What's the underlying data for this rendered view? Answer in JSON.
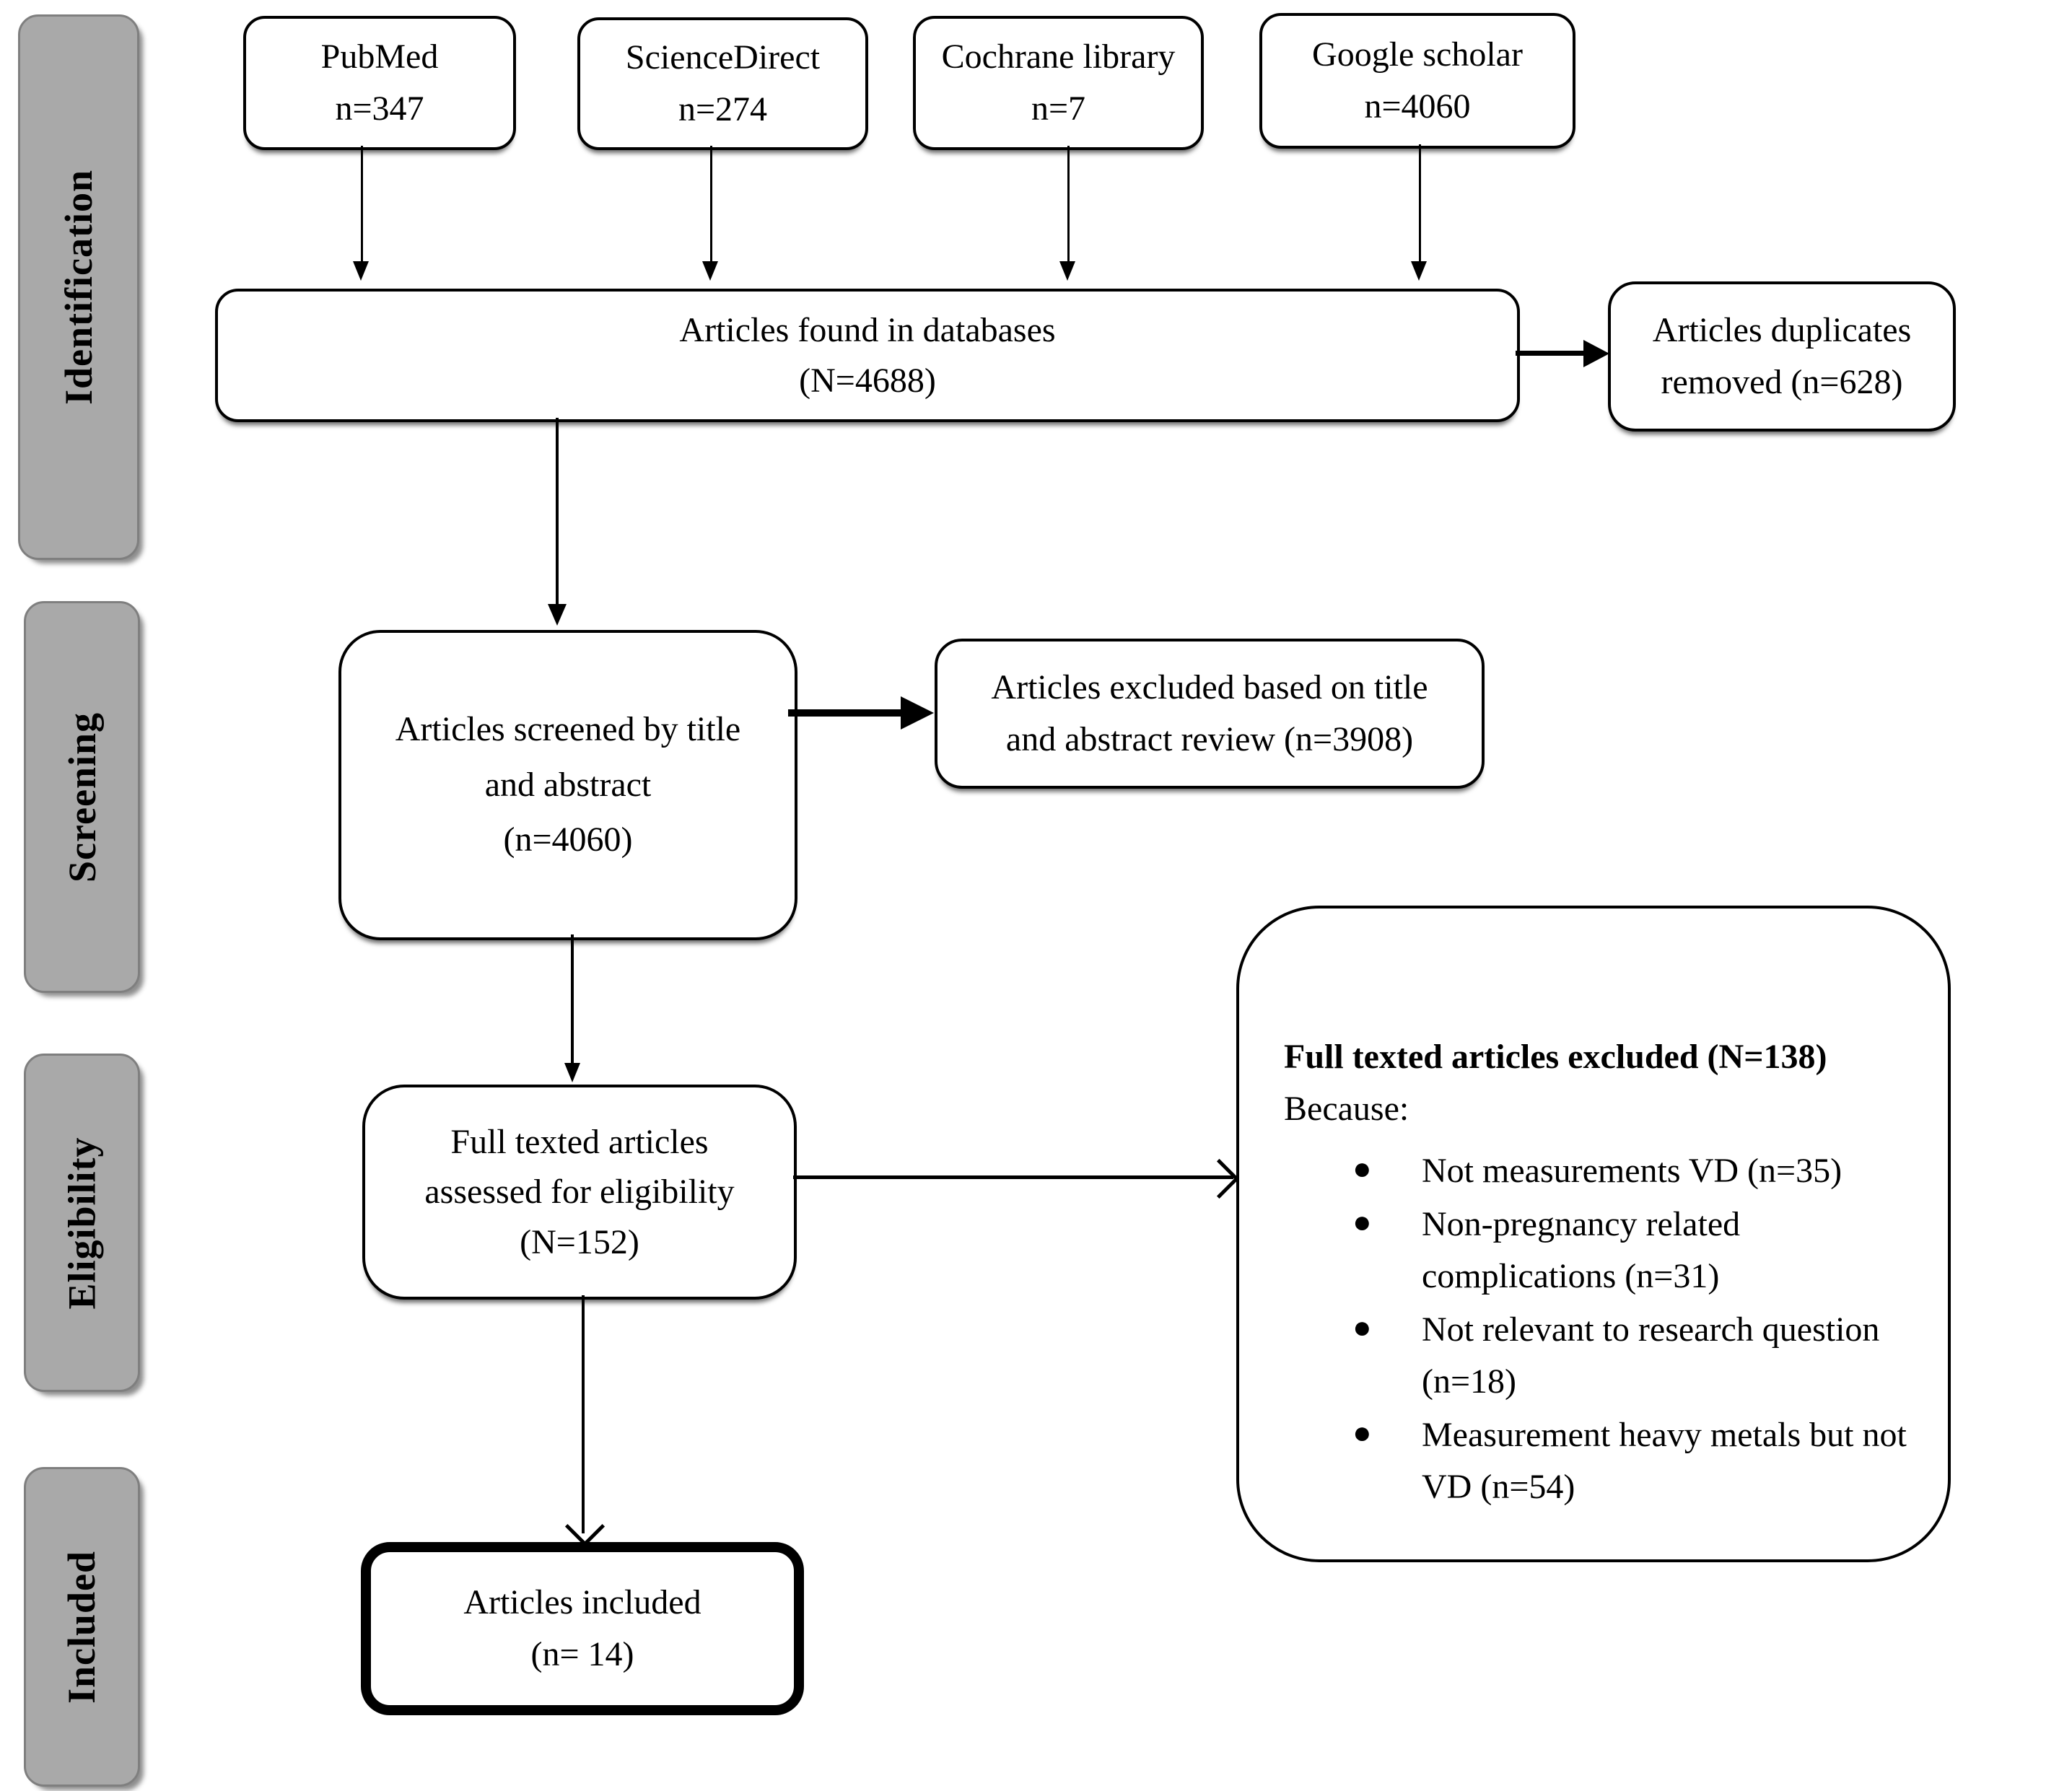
{
  "palette": {
    "box_fill": "#ffffff",
    "box_border": "#000000",
    "stage_fill": "#a9a9a9",
    "stage_border": "#7f7f7f",
    "text": "#000000"
  },
  "stages": {
    "identification": "Identification",
    "screening": "Screening",
    "eligibility": "Eligibility",
    "included": "Included"
  },
  "sources": {
    "pubmed": "PubMed\nn=347",
    "sciencedirect": "ScienceDirect\nn=274",
    "cochrane": "Cochrane library\nn=7",
    "google": "Google scholar\nn=4060"
  },
  "nodes": {
    "found": "Articles  found in databases\n(N=4688)",
    "duplicates_removed": "Articles duplicates\nremoved (n=628)",
    "screened": "Articles  screened by title\nand abstract\n(n=4060)",
    "excluded_title_abstract": "Articles  excluded based on title\nand abstract review (n=3908)",
    "full_text_assessed": "Full texted articles\nassessed for eligibility\n(N=152)",
    "included": "Articles  included\n(n= 14)"
  },
  "full_text_excluded": {
    "heading": "Full texted articles excluded (N=138)",
    "subheading": "Because:",
    "bullet_glyph": "●",
    "reasons": [
      "Not measurements VD (n=35)",
      "Non-pregnancy related complications (n=31)",
      "Not relevant to research question (n=18)",
      "Measurement heavy metals but not VD (n=54)"
    ]
  }
}
